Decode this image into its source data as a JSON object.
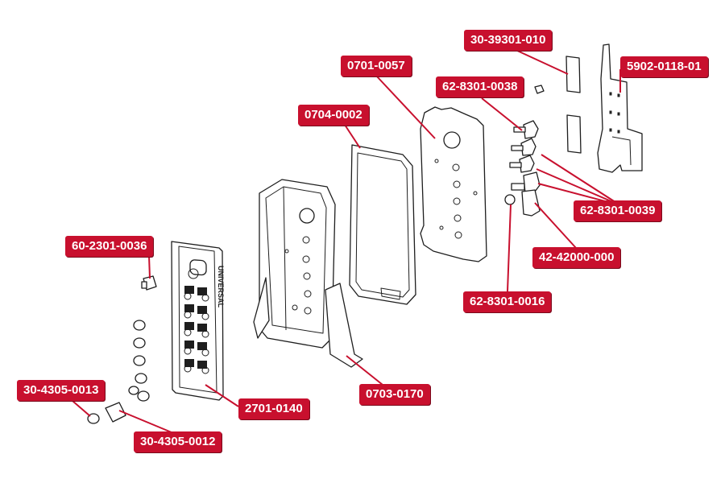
{
  "diagram": {
    "labels": {
      "p_30_39301_010": "30-39301-010",
      "p_5902_0118_01": "5902-0118-01",
      "p_0701_0057": "0701-0057",
      "p_62_8301_0038": "62-8301-0038",
      "p_0704_0002": "0704-0002",
      "p_62_8301_0039": "62-8301-0039",
      "p_60_2301_0036": "60-2301-0036",
      "p_42_42000_000": "42-42000-000",
      "p_62_8301_0016": "62-8301-0016",
      "p_0703_0170": "0703-0170",
      "p_30_4305_0013": "30-4305-0013",
      "p_2701_0140": "2701-0140",
      "p_30_4305_0012": "30-4305-0012"
    },
    "colors": {
      "label_bg": "#c8102e",
      "label_text": "#ffffff",
      "line_art": "#1e1e1e"
    }
  }
}
